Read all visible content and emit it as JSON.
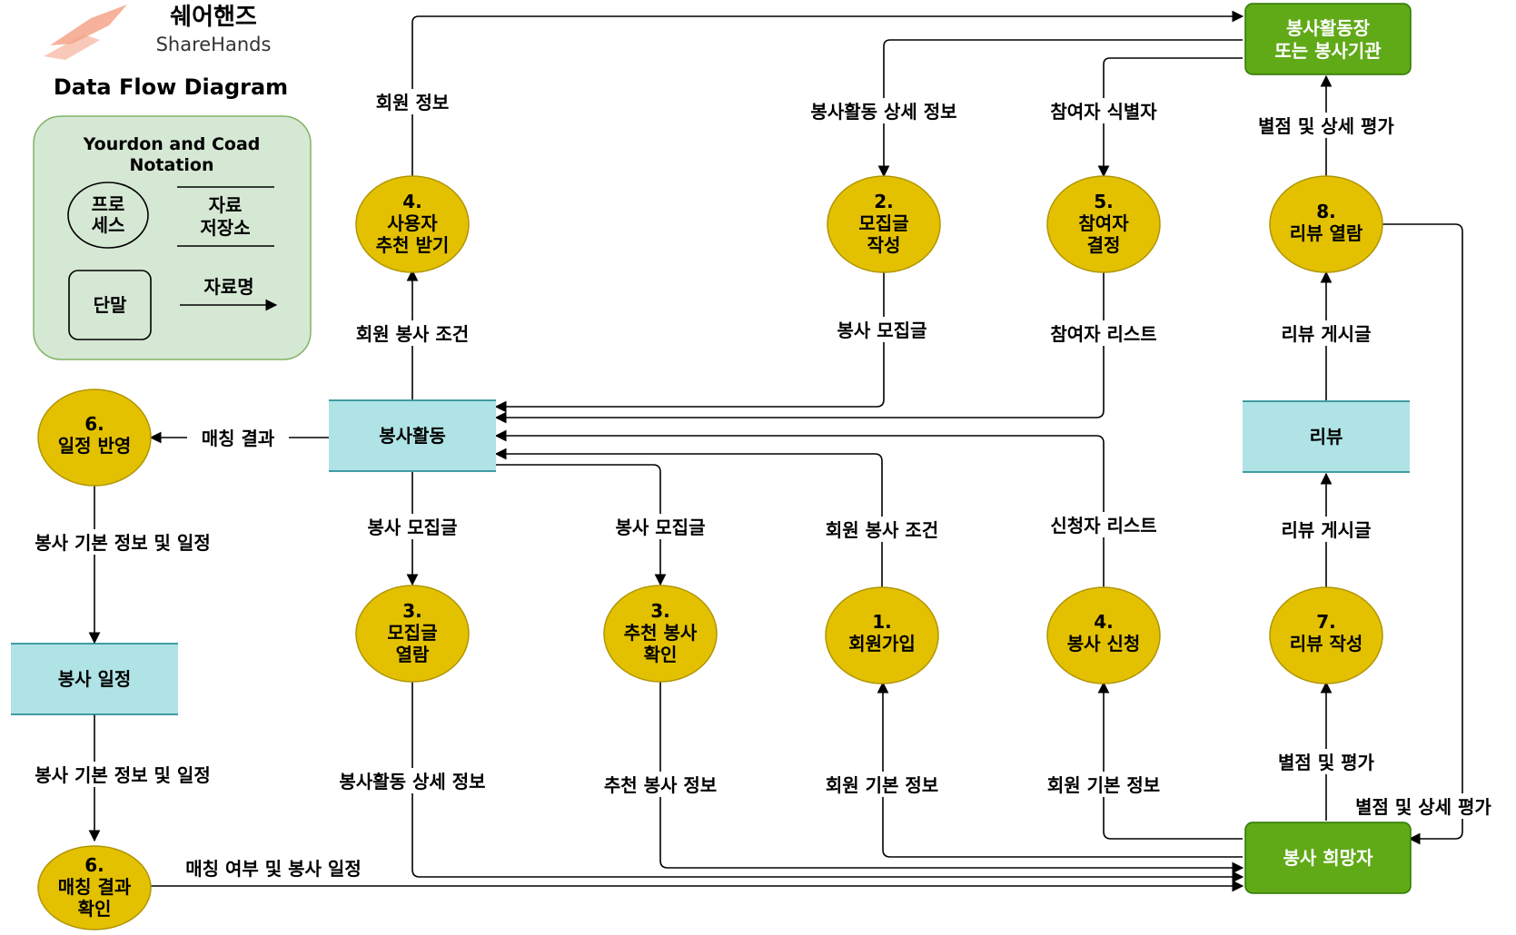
{
  "brand": {
    "name_kr": "쉐어핸즈",
    "name_en": "ShareHands",
    "diagram_title": "Data Flow Diagram",
    "logo_color": "#f4a58a"
  },
  "legend": {
    "title_line1": "Yourdon and Coad",
    "title_line2": "Notation",
    "process_line1": "프로",
    "process_line2": "세스",
    "store_line1": "자료",
    "store_line2": "저장소",
    "terminal": "단말",
    "flow": "자료명",
    "bg_color": "#d5e8d4",
    "border_color": "#82b366"
  },
  "colors": {
    "process_fill": "#e3c100",
    "process_stroke": "#b09500",
    "store_fill": "#b0e3e6",
    "store_stroke": "#0e8088",
    "entity_fill": "#60a917",
    "entity_stroke": "#2d7600"
  },
  "entities": [
    {
      "id": "facility",
      "line1": "봉사활동장",
      "line2": "또는 봉사기관"
    },
    {
      "id": "applicant",
      "line1": "봉사 희망자",
      "line2": ""
    }
  ],
  "stores": [
    {
      "id": "activity",
      "label": "봉사활동"
    },
    {
      "id": "review",
      "label": "리뷰"
    },
    {
      "id": "schedule",
      "label": "봉사 일정"
    }
  ],
  "processes": [
    {
      "id": "p4a",
      "num": "4.",
      "line1": "사용자",
      "line2": "추천 받기"
    },
    {
      "id": "p2",
      "num": "2.",
      "line1": "모집글",
      "line2": "작성"
    },
    {
      "id": "p5",
      "num": "5.",
      "line1": "참여자",
      "line2": "결정"
    },
    {
      "id": "p8",
      "num": "8.",
      "line1": "리뷰 열람",
      "line2": ""
    },
    {
      "id": "p6a",
      "num": "6.",
      "line1": "일정 반영",
      "line2": ""
    },
    {
      "id": "p3a",
      "num": "3.",
      "line1": "모집글",
      "line2": "열람"
    },
    {
      "id": "p3b",
      "num": "3.",
      "line1": "추천 봉사",
      "line2": "확인"
    },
    {
      "id": "p1",
      "num": "1.",
      "line1": "회원가입",
      "line2": ""
    },
    {
      "id": "p4b",
      "num": "4.",
      "line1": "봉사 신청",
      "line2": ""
    },
    {
      "id": "p7",
      "num": "7.",
      "line1": "리뷰 작성",
      "line2": ""
    },
    {
      "id": "p6b",
      "num": "6.",
      "line1": "매칭 결과",
      "line2": "확인"
    }
  ],
  "flows": [
    {
      "id": "f1",
      "label": "회원 정보"
    },
    {
      "id": "f2",
      "label": "봉사활동 상세 정보"
    },
    {
      "id": "f3",
      "label": "참여자 식별자"
    },
    {
      "id": "f4",
      "label": "별점 및 상세 평가"
    },
    {
      "id": "f5",
      "label": "회원 봉사 조건"
    },
    {
      "id": "f6",
      "label": "봉사 모집글"
    },
    {
      "id": "f7",
      "label": "참여자 리스트"
    },
    {
      "id": "f8",
      "label": "리뷰 게시글"
    },
    {
      "id": "f9",
      "label": "매칭 결과"
    },
    {
      "id": "f10",
      "label": "봉사 기본 정보 및 일정"
    },
    {
      "id": "f11",
      "label": "봉사 모집글"
    },
    {
      "id": "f12",
      "label": "봉사 모집글"
    },
    {
      "id": "f13",
      "label": "회원 봉사 조건"
    },
    {
      "id": "f14",
      "label": "신청자 리스트"
    },
    {
      "id": "f15",
      "label": "리뷰 게시글"
    },
    {
      "id": "f16",
      "label": "봉사 기본 정보 및 일정"
    },
    {
      "id": "f17",
      "label": "봉사활동 상세 정보"
    },
    {
      "id": "f18",
      "label": "추천 봉사 정보"
    },
    {
      "id": "f19",
      "label": "회원 기본 정보"
    },
    {
      "id": "f20",
      "label": "회원 기본 정보"
    },
    {
      "id": "f21",
      "label": "별점 및 평가"
    },
    {
      "id": "f22",
      "label": "별점 및 상세 평가"
    },
    {
      "id": "f23",
      "label": "매칭 여부 및 봉사 일정"
    }
  ]
}
